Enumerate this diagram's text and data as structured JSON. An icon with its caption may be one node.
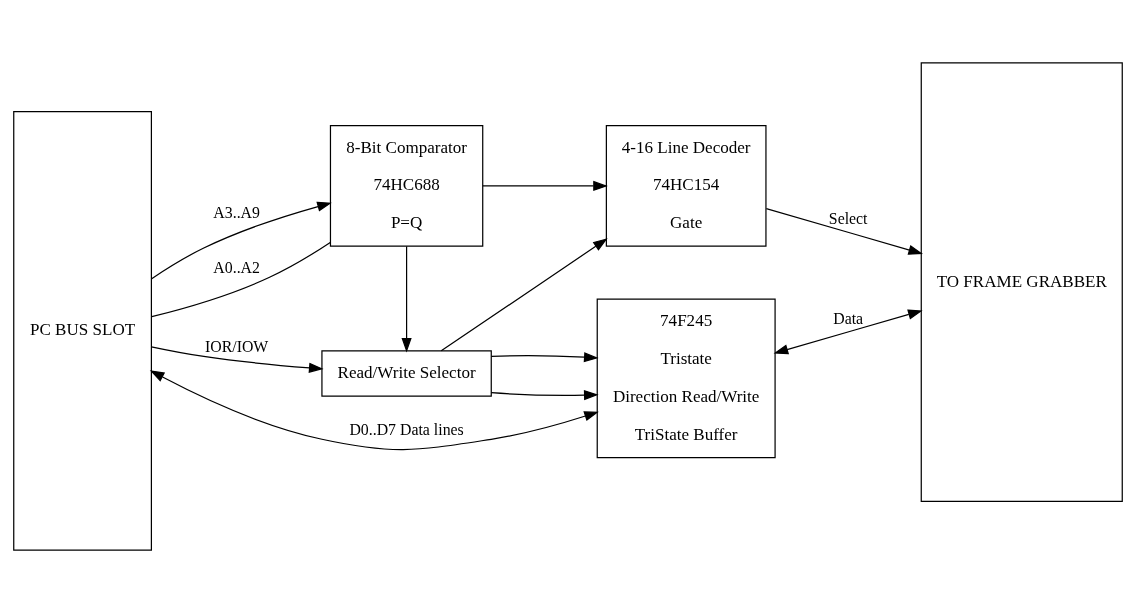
{
  "diagram": {
    "nodes": [
      {
        "text": [
          "PC BUS SLOT"
        ]
      },
      {
        "text": [
          "8-Bit Comparator",
          "74HC688",
          "P=Q"
        ]
      },
      {
        "text": [
          "4-16 Line Decoder",
          "74HC154",
          "Gate"
        ]
      },
      {
        "text": [
          "TO FRAME GRABBER"
        ]
      },
      {
        "text": [
          "Read/Write Selector"
        ]
      },
      {
        "text": [
          "74F245",
          "Tristate",
          "Direction Read/Write",
          "TriState Buffer"
        ]
      }
    ],
    "edges": [
      {
        "from": 0,
        "to": 1,
        "arrow": "to",
        "label": "A3..A9"
      },
      {
        "from": 0,
        "to": 1,
        "arrow": "none",
        "label": "A0..A2"
      },
      {
        "from": 1,
        "to": 2,
        "arrow": "to"
      },
      {
        "from": 2,
        "to": 3,
        "arrow": "to",
        "label": "Select"
      },
      {
        "from": 0,
        "to": 4,
        "arrow": "to",
        "label": "IOR/IOW"
      },
      {
        "from": 1,
        "to": 4,
        "arrow": "to"
      },
      {
        "from": 4,
        "to": 5,
        "arrow": "to"
      },
      {
        "from": 4,
        "to": 2,
        "arrow": "to"
      },
      {
        "from": 4,
        "to": 5,
        "arrow": "to"
      },
      {
        "from": 5,
        "to": 3,
        "arrow": "both",
        "label": "Data"
      },
      {
        "from": 0,
        "to": 5,
        "arrow": "both",
        "label": "D0..D7 Data lines"
      }
    ]
  }
}
